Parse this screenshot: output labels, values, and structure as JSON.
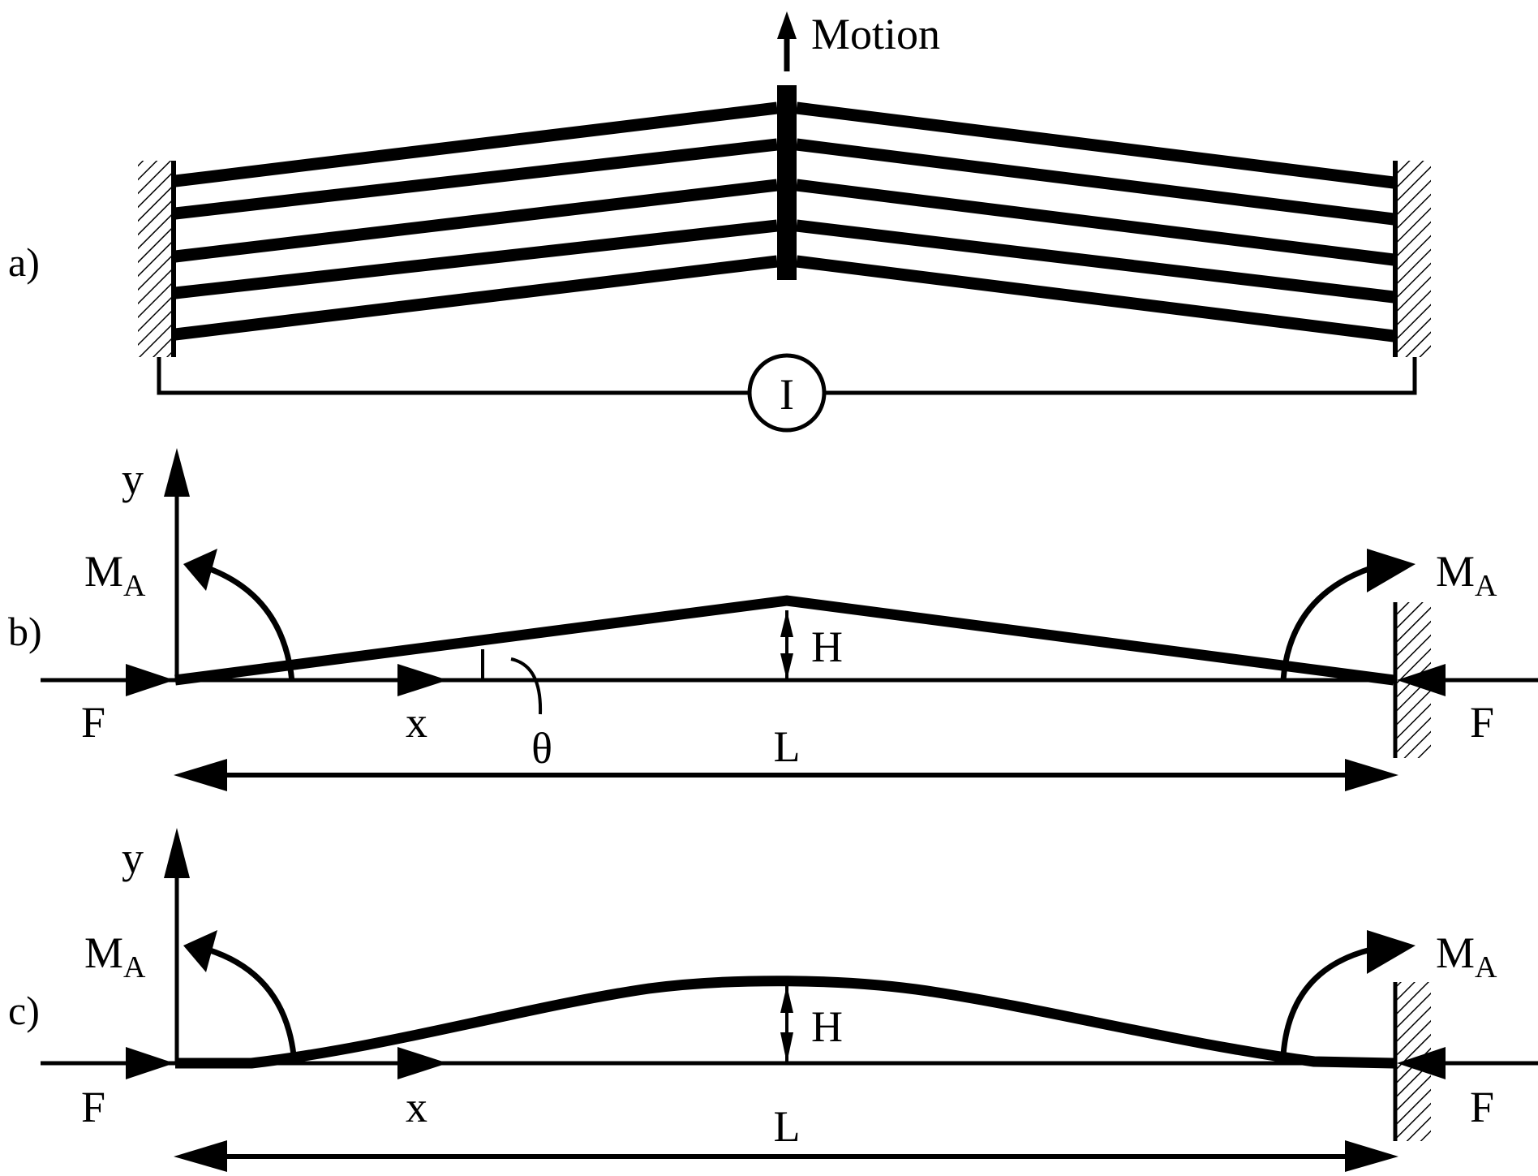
{
  "colors": {
    "ink": "#000000",
    "background": "#ffffff"
  },
  "panel_a": {
    "label": "a)",
    "motion_label": "Motion",
    "current_label": "I"
  },
  "panel_b": {
    "label": "b)",
    "y_label": "y",
    "x_label": "x",
    "moment_label": "M",
    "moment_subscript": "A",
    "force_label": "F",
    "height_label": "H",
    "length_label": "L",
    "angle_label": "θ"
  },
  "panel_c": {
    "label": "c)",
    "y_label": "y",
    "x_label": "x",
    "moment_label": "M",
    "moment_subscript": "A",
    "force_label": "F",
    "height_label": "H",
    "length_label": "L"
  }
}
